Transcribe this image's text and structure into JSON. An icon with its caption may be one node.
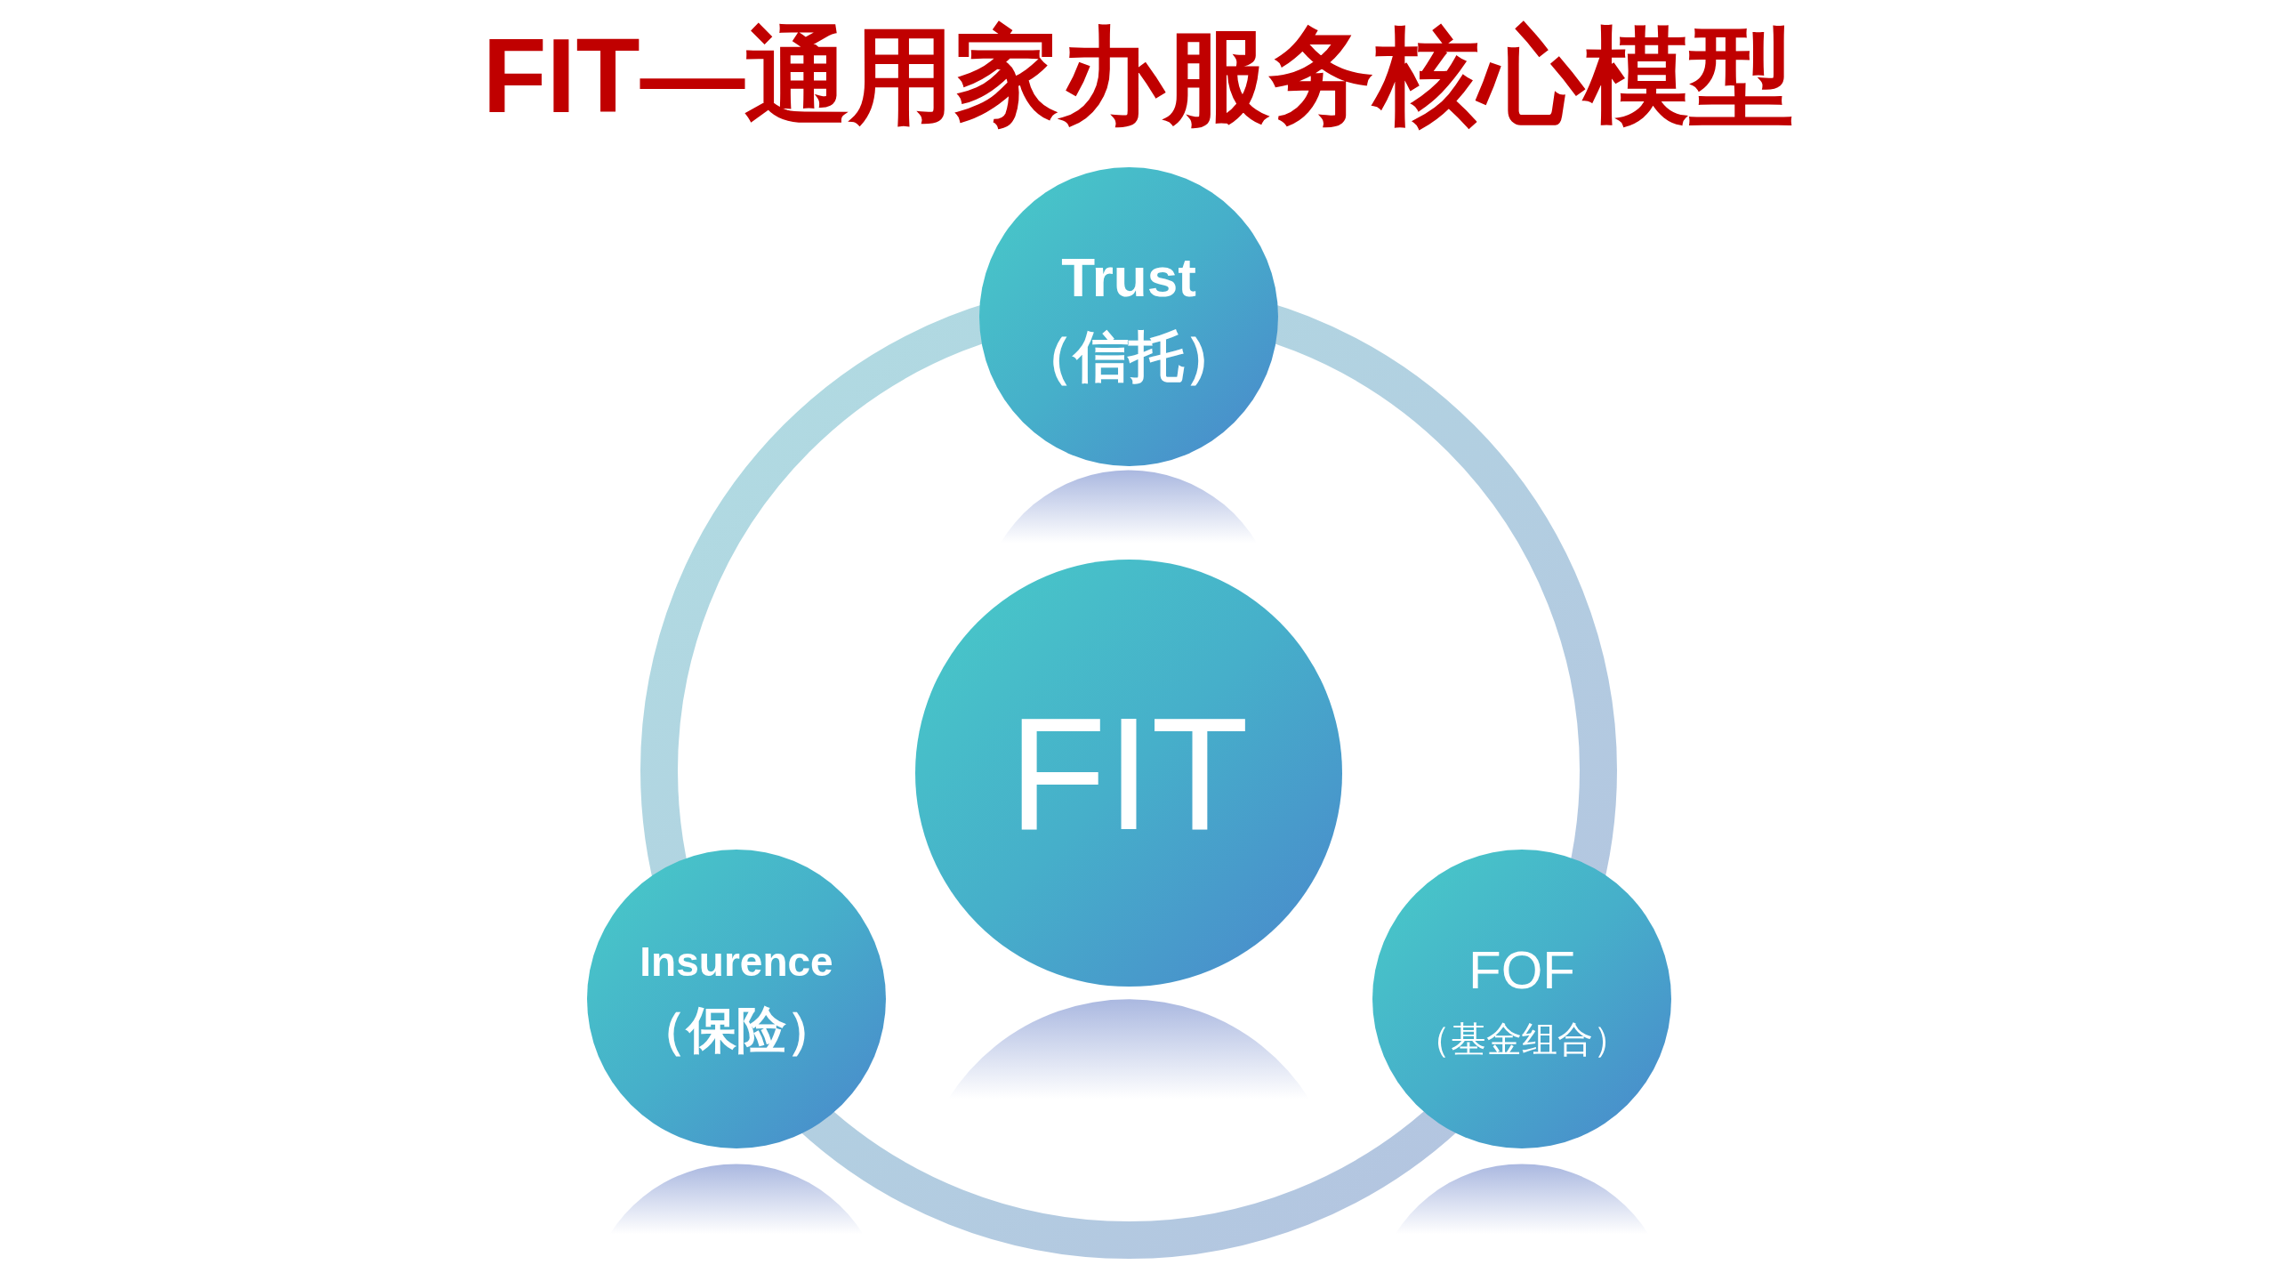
{
  "diagram": {
    "title": "FIT—通用家办服务核心模型",
    "nodes": [
      {
        "text": [
          "Trust",
          "（信托）"
        ]
      },
      {
        "text": [
          "FIT"
        ]
      },
      {
        "text": [
          "Insurence",
          "（保险）"
        ]
      },
      {
        "text": [
          "FOF",
          "（基金组合）"
        ]
      }
    ]
  }
}
